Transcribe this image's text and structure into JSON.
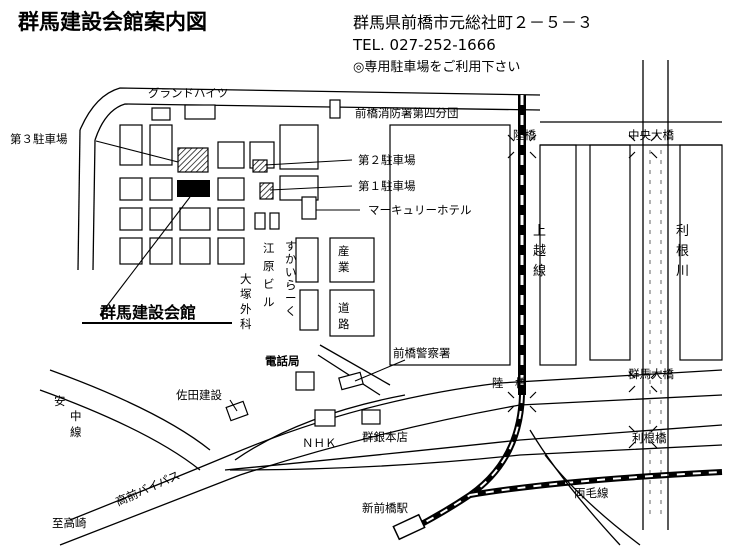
{
  "header": {
    "title": "群馬建設会館案内図",
    "address": "群馬県前橋市元総社町２－５－３",
    "tel": "TEL. 027-252-1666",
    "parking_note": "◎専用駐車場をご利用下さい"
  },
  "labels": {
    "grand_heights": "グランドハイツ",
    "fire_station": "前橋消防署第四分団",
    "parking3": "第３駐車場",
    "parking2": "第２駐車場",
    "parking1": "第１駐車場",
    "mercure": "マーキュリーホテル",
    "rikkyo_top": "陸橋",
    "chuo_ohashi": "中央大橋",
    "tone_river": [
      "利",
      "根",
      "川"
    ],
    "joetsu_line": [
      "上",
      "越",
      "線"
    ],
    "sangyo_road": [
      "産",
      "業",
      "道",
      "路"
    ],
    "sukaira": [
      "す",
      "か",
      "い",
      "ら",
      "ー",
      "く"
    ],
    "ebara_bldg": [
      "江",
      "原",
      "ビ",
      "ル"
    ],
    "otsuka": [
      "大",
      "塚",
      "外",
      "科"
    ],
    "building_name": "群馬建設会館",
    "denwakyoku": "電話局",
    "maebashi_police": "前橋警察署",
    "sata_kensetsu": "佐田建設",
    "nhk": "ＮＨＫ",
    "gungin": "群銀本店",
    "rikkyo_bottom": "陸　橋",
    "gunma_ohashi": "群馬大橋",
    "tone_bashi": "利根橋",
    "an_naka_line": [
      "安",
      "中",
      "線"
    ],
    "bypass": "高前バイパス",
    "shin_maebashi": "新前橋駅",
    "ryomo_line": "両毛線",
    "to_takasaki": "至高崎"
  }
}
